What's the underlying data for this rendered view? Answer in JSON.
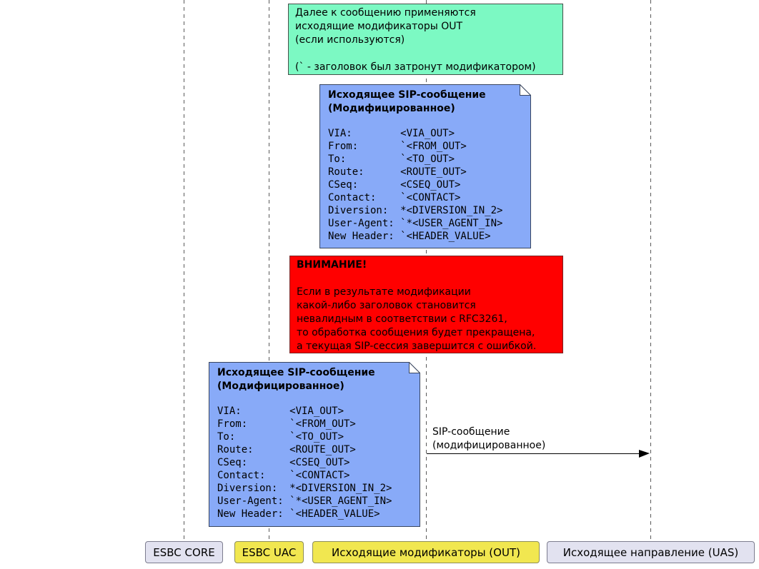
{
  "diagram_type": "sequence-diagram",
  "colors": {
    "note_green_fill": "#7CF9C3",
    "note_blue_fill": "#88AAF8",
    "note_red_fill": "#FF0000",
    "participant_lavender_fill": "#E2E2F0",
    "participant_yellow_fill": "#F1E750",
    "lifeline_gray": "#5A5A5A",
    "arrow_black": "#000000"
  },
  "notes": {
    "modifiers_info": {
      "text": "Далее к сообщению применяются\nисходящие модификаторы OUT\n(если используются)\n\n(` - заголовок был затронут модификатором)"
    },
    "sip_message_modified_1": {
      "title": "Исходящее SIP-сообщение\n(Модифицированное)",
      "body": "VIA:        <VIA_OUT>\nFrom:       `<FROM_OUT>\nTo:         `<TO_OUT>\nRoute:      <ROUTE_OUT>\nCSeq:       <CSEQ_OUT>\nContact:    `<CONTACT>\nDiversion:  *<DIVERSION_IN_2>\nUser-Agent: `*<USER_AGENT_IN>\nNew Header: `<HEADER_VALUE>"
    },
    "warning": {
      "title": "ВНИМАНИЕ!",
      "body": "Если в результате модификации\nкакой-либо заголовок становится\nневалидным в соответствии с RFC3261,\nто обработка сообщения будет прекращена,\nа текущая SIP-сессия завершится с ошибкой."
    },
    "sip_message_modified_2": {
      "title": "Исходящее SIP-сообщение\n(Модифицированное)",
      "body": "VIA:        <VIA_OUT>\nFrom:       `<FROM_OUT>\nTo:         `<TO_OUT>\nRoute:      <ROUTE_OUT>\nCSeq:       <CSEQ_OUT>\nContact:    `<CONTACT>\nDiversion:  *<DIVERSION_IN_2>\nUser-Agent: `*<USER_AGENT_IN>\nNew Header: `<HEADER_VALUE>"
    }
  },
  "message_arrow": {
    "label": "SIP-сообщение\n(модифицированное)"
  },
  "participants": [
    {
      "label": "ESBC CORE",
      "fill": "#E2E2F0"
    },
    {
      "label": "ESBC UAC",
      "fill": "#F1E750"
    },
    {
      "label": "Исходящие модификаторы (OUT)",
      "fill": "#F1E750"
    },
    {
      "label": "Исходящее направление (UAS)",
      "fill": "#E2E2F0"
    }
  ]
}
